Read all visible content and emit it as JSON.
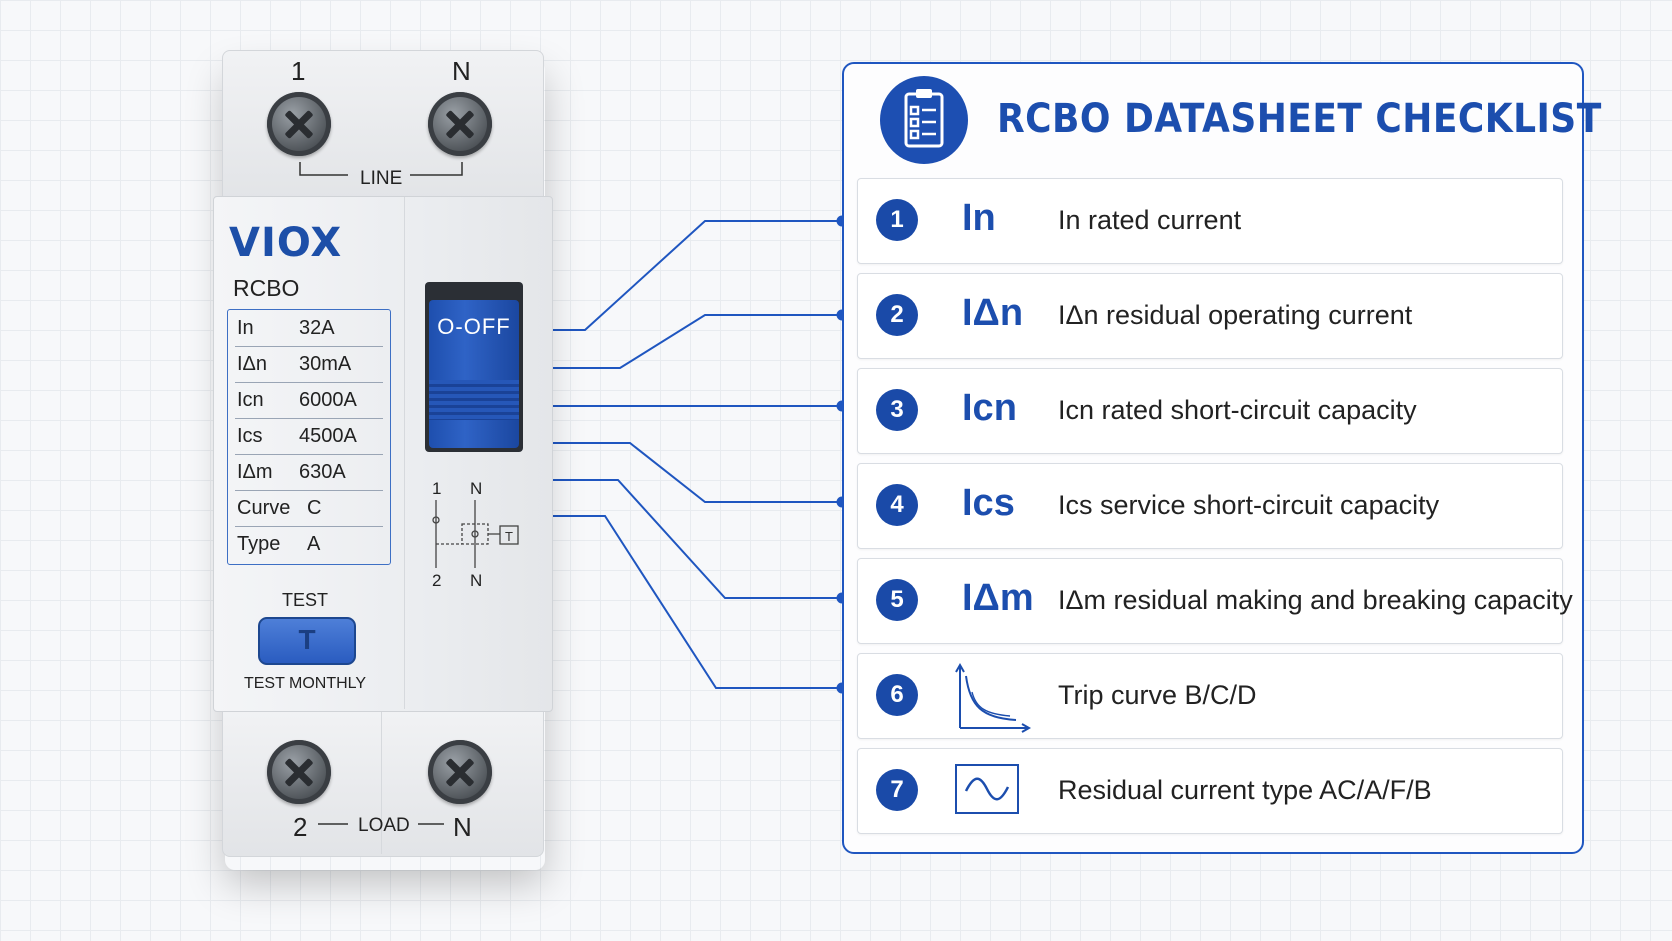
{
  "device": {
    "top_terminals": [
      "1",
      "N"
    ],
    "line_label": "LINE",
    "brand": "VIOX",
    "model": "RCBO",
    "specs": [
      {
        "key": "In",
        "value": "32A"
      },
      {
        "key": "IΔn",
        "value": "30mA"
      },
      {
        "key": "Icn",
        "value": "6000A"
      },
      {
        "key": "Ics",
        "value": "4500A"
      },
      {
        "key": "IΔm",
        "value": "630A"
      },
      {
        "key": "Curve",
        "value": "C"
      },
      {
        "key": "Type",
        "value": "A"
      }
    ],
    "handle_label": "O-OFF",
    "schematic": {
      "top": [
        "1",
        "N"
      ],
      "bottom": [
        "2",
        "N"
      ],
      "test": "T"
    },
    "test_label": "TEST",
    "test_button": "T",
    "test_note": "TEST MONTHLY",
    "bottom_terminals": [
      "2",
      "N"
    ],
    "load_label": "LOAD"
  },
  "checklist": {
    "title": "RCBO DATASHEET CHECKLIST",
    "items": [
      {
        "num": "1",
        "symbol": "In",
        "desc": "In rated current"
      },
      {
        "num": "2",
        "symbol": "IΔn",
        "desc": "IΔn residual operating current"
      },
      {
        "num": "3",
        "symbol": "Icn",
        "desc": "Icn rated short-circuit capacity"
      },
      {
        "num": "4",
        "symbol": "Ics",
        "desc": "Ics service short-circuit capacity"
      },
      {
        "num": "5",
        "symbol": "IΔm",
        "desc": "IΔm residual making and breaking capacity"
      },
      {
        "num": "6",
        "symbol": "",
        "icon": "trip-curve-icon",
        "desc": "Trip curve B/C/D"
      },
      {
        "num": "7",
        "symbol": "",
        "icon": "sine-wave-icon",
        "desc": "Residual current type AC/A/F/B"
      }
    ]
  },
  "colors": {
    "accent": "#1c4eae",
    "handle": "#2a5cc0",
    "wire": "#1f56c0"
  }
}
